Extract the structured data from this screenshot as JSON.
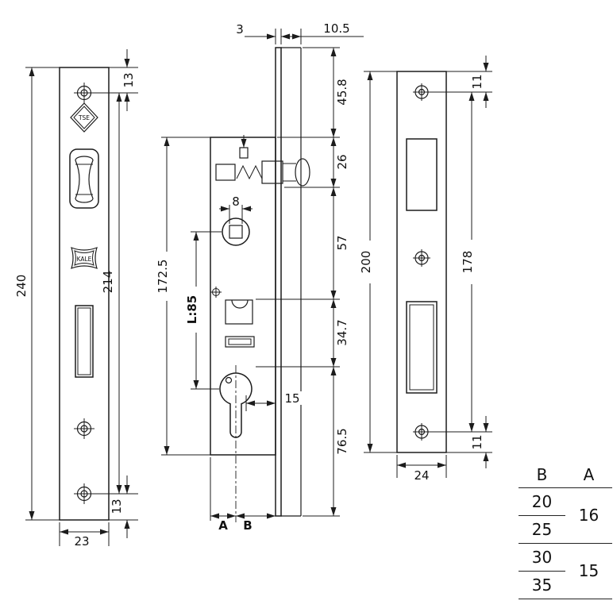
{
  "left_view": {
    "logo_top": "TSE",
    "logo_mid": "KALE",
    "dim_overall_height": "240",
    "dim_hole_spacing": "214",
    "dim_top_hole_offset": "13",
    "dim_bottom_hole_offset": "13",
    "dim_width": "23"
  },
  "body_view": {
    "dim_faceplate_thickness": "3",
    "dim_latch_projection": "10.5",
    "dim_top_to_latch": "45.8",
    "dim_latch_height": "26",
    "dim_latch_to_follower": "57",
    "dim_follower_to_cylinder": "34.7",
    "dim_cylinder_to_bottom": "76.5",
    "dim_case_height": "172.5",
    "dim_centre_distance": "L:85",
    "dim_follower_square": "8",
    "dim_cylinder_offset": "15",
    "label_a": "A",
    "label_b": "B"
  },
  "strike_view": {
    "dim_overall_height": "200",
    "dim_hole_spacing": "178",
    "dim_top_hole_offset": "11",
    "dim_bottom_hole_offset": "11",
    "dim_width": "24"
  },
  "size_table": {
    "header_b": "B",
    "header_a": "A",
    "b_values": [
      "20",
      "25",
      "30",
      "35"
    ],
    "a_for_20_25": "16",
    "a_for_30_35": "15"
  }
}
